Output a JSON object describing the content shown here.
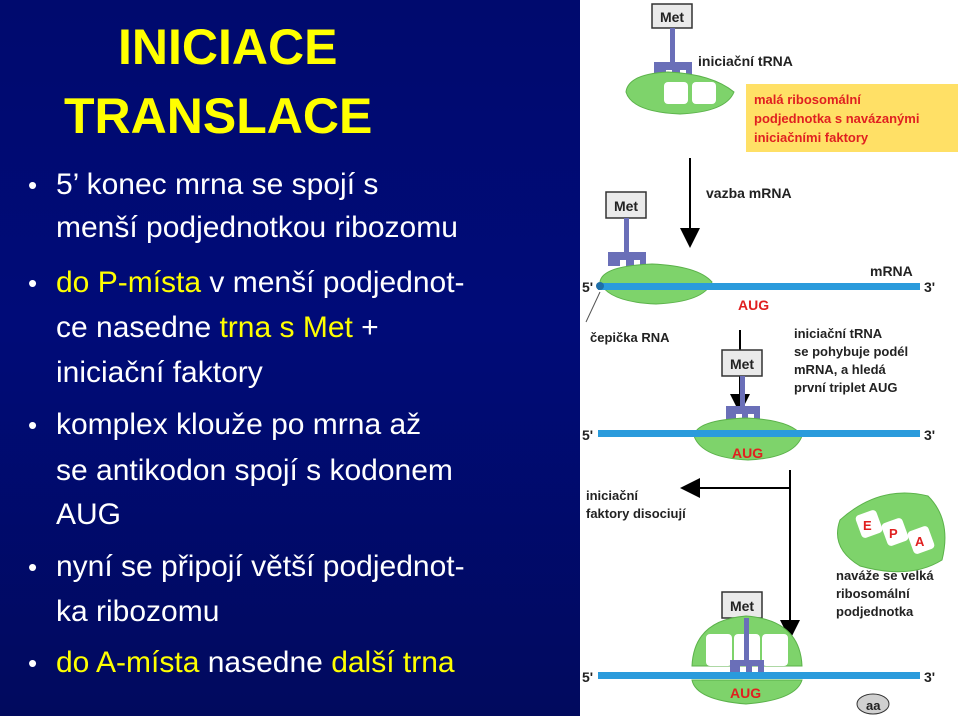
{
  "colors": {
    "panel_background": "#000b78",
    "title": "#ffff00",
    "text": "#ffffff",
    "accent": "#ffff00",
    "note_box": "#ffe066",
    "ribosome": "#7ed36b",
    "mrna": "#2a9bdc",
    "trna": "#6a6fb8",
    "label_red": "#e02020"
  },
  "slide": {
    "title_line_1": "INICIACE",
    "title_line_2": "TRANSLACE",
    "bullets": [
      {
        "line1": "5’ konec mrna se spojí s",
        "line2": "menší podjednotkou ribozomu"
      },
      {
        "line1_accent": "do P-místa",
        "line1_rest": " v menší podjednot-",
        "line2_a": "ce nasedne ",
        "line2_accent": "trna s Met",
        "line2_b": " +",
        "line3": "iniciační faktory"
      },
      {
        "line1": "komplex klouže po mrna až",
        "line2": "se antikodon spojí s kodonem",
        "line3": "AUG"
      },
      {
        "line1": "nyní se připojí větší podjednot-",
        "line2": "ka ribozomu"
      },
      {
        "line1_accent": "do A-místa",
        "line1_rest": " nasedne ",
        "line1_accent2": "další trna"
      }
    ]
  },
  "diagram": {
    "met_label": "Met",
    "initiator_trna_label": "iniciační tRNA",
    "small_subunit_note": [
      "malá ribosomální",
      "podjednotka s navázanými",
      "iniciačními faktory"
    ],
    "mrna_binding_label": "vazba mRNA",
    "mrna_label": "mRNA",
    "five_prime": "5'",
    "three_prime": "3'",
    "aug_label": "AUG",
    "cap_label": "čepička RNA",
    "scanning_note": [
      "iniciační tRNA",
      "se pohybuje podél",
      "mRNA, a hledá",
      "první triplet AUG"
    ],
    "factors_note": [
      "iniciační",
      "faktory disociují"
    ],
    "large_subunit_sites": [
      "E",
      "P",
      "A"
    ],
    "large_subunit_note": [
      "naváže se velká",
      "ribosomální",
      "podjednotka"
    ],
    "site_e": "E",
    "site_a": "A",
    "aa_label": "aa"
  }
}
